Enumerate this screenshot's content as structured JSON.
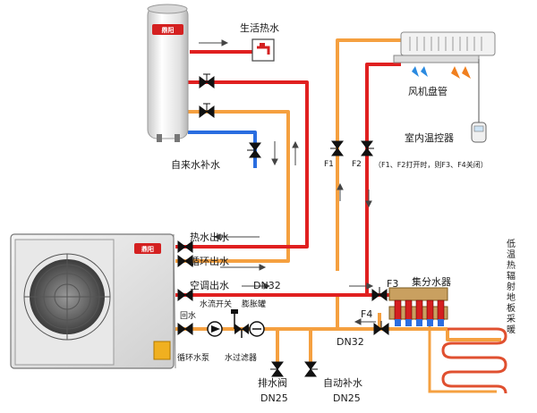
{
  "labels": {
    "hot_water_life": "生活热水",
    "fan_coil": "风机盘管",
    "thermostat": "室内温控器",
    "tap_water_makeup": "自来水补水",
    "f1": "F1",
    "f2": "F2",
    "valve_note": "（F1、F2打开时，则F3、F4关闭）",
    "hot_water_out": "热水出水",
    "circ_water_out": "循环出水",
    "ac_water_out": "空调出水",
    "dn32_top": "DN32",
    "f3": "F3",
    "manifold": "集分水器",
    "return_water": "回水",
    "flow_switch": "水流开关",
    "expansion_tank": "膨胀罐",
    "f4": "F4",
    "dn32_bottom": "DN32",
    "circ_pump": "循环水泵",
    "water_filter": "水过滤器",
    "drain_valve": "排水阀",
    "dn25_left": "DN25",
    "auto_makeup": "自动补水",
    "dn25_right": "DN25",
    "floor_heating": "低温热辐射地板采暖"
  },
  "logo_text": "鼎阳",
  "colors": {
    "hot_pipe": "#e02020",
    "return_pipe": "#f5a040",
    "cold_pipe": "#2a6de0",
    "tank_body": "#eeeeee",
    "brand_red": "#d42020"
  }
}
